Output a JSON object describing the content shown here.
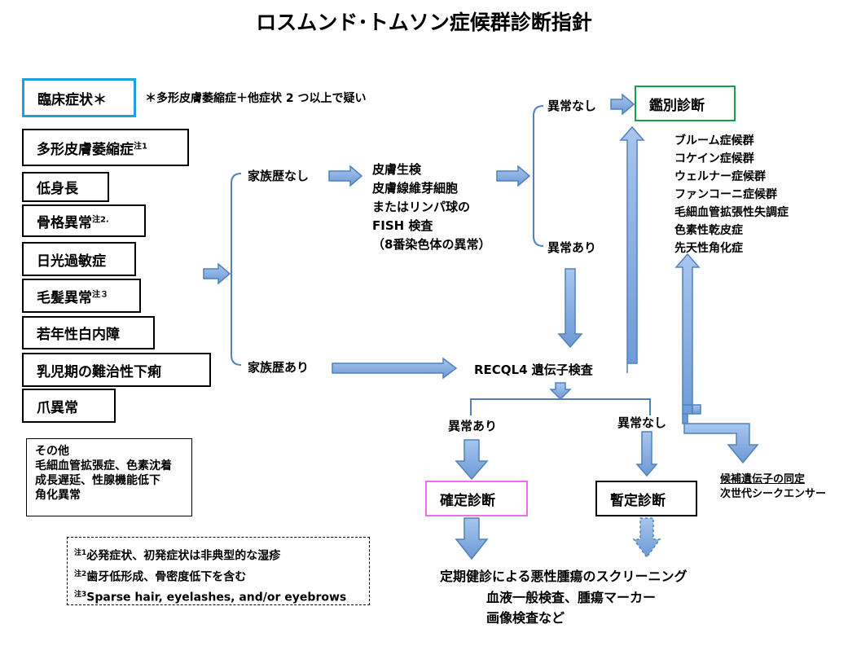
{
  "title": "ロスムンド･トムソン症候群診断指針",
  "clinical": {
    "header": "臨床症状＊",
    "note": "＊多形皮膚萎縮症＋他症状 2 つ以上で疑い",
    "symptoms": [
      {
        "text": "多形皮膚萎縮症",
        "sup": "注1"
      },
      {
        "text": "低身長",
        "sup": ""
      },
      {
        "text": "骨格異常",
        "sup": "注2."
      },
      {
        "text": "日光過敏症",
        "sup": ""
      },
      {
        "text": "毛髪異常",
        "sup": "注３"
      },
      {
        "text": "若年性白内障",
        "sup": ""
      },
      {
        "text": "乳児期の難治性下痢",
        "sup": ""
      },
      {
        "text": "爪異常",
        "sup": ""
      }
    ],
    "other": [
      "その他",
      "毛細血管拡張症、色素沈着",
      "成長遅延、性腺機能低下",
      "角化異常"
    ]
  },
  "footnotes": [
    {
      "sup": "注1",
      "text": "必発症状、初発症状は非典型的な湿疹"
    },
    {
      "sup": "注2",
      "text": "歯牙低形成、骨密度低下を含む"
    },
    {
      "sup": "注3",
      "text": "Sparse hair, eyelashes, and/or eyebrows"
    }
  ],
  "family": {
    "none": "家族歴なし",
    "present": "家族歴あり"
  },
  "fish_test": [
    "皮膚生検",
    "皮膚線維芽細胞",
    "またはリンパ球の",
    "FISH 検査",
    "（8番染色体の異常）"
  ],
  "fish_result": {
    "normal": "異常なし",
    "abnormal": "異常あり"
  },
  "gene_test": "RECQL4 遺伝子検査",
  "gene_result": {
    "abnormal": "異常あり",
    "normal": "異常なし"
  },
  "definite_dx": "確定診断",
  "provisional_dx": "暫定診断",
  "differential": {
    "header": "鑑別診断",
    "items": [
      "ブルーム症候群",
      "コケイン症候群",
      "ウェルナー症候群",
      "ファンコーニ症候群",
      "毛細血管拡張性失調症",
      "色素性乾皮症",
      "先天性角化症"
    ]
  },
  "candidate": [
    "候補遺伝子の同定",
    "次世代シークエンサー"
  ],
  "followup": [
    "定期健診による悪性腫瘍のスクリーニング",
    "血液一般検査、腫瘍マーカー",
    "画像検査など"
  ],
  "colors": {
    "arrow_fill": "#8eb4e3",
    "arrow_stroke": "#4f81bd",
    "line": "#4f81bd",
    "header_border": "#1fa0d8",
    "differential_border": "#14a04a",
    "definite_border": "#ee6fee"
  }
}
